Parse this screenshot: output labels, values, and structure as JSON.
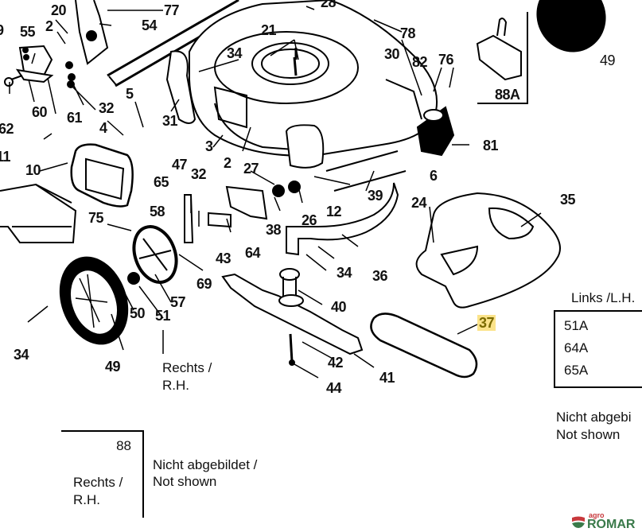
{
  "diagram": {
    "title": "Lawn mower exploded parts diagram",
    "part_labels": [
      {
        "id": "20"
      },
      {
        "id": "77"
      },
      {
        "id": "54"
      },
      {
        "id": "9"
      },
      {
        "id": "55"
      },
      {
        "id": "2"
      },
      {
        "id": "62"
      },
      {
        "id": "60"
      },
      {
        "id": "61"
      },
      {
        "id": "32"
      },
      {
        "id": "5"
      },
      {
        "id": "4"
      },
      {
        "id": "31"
      },
      {
        "id": "11"
      },
      {
        "id": "10"
      },
      {
        "id": "28"
      },
      {
        "id": "21"
      },
      {
        "id": "34"
      },
      {
        "id": "3"
      },
      {
        "id": "2"
      },
      {
        "id": "27"
      },
      {
        "id": "78"
      },
      {
        "id": "30"
      },
      {
        "id": "82"
      },
      {
        "id": "76"
      },
      {
        "id": "88A"
      },
      {
        "id": "49"
      },
      {
        "id": "81"
      },
      {
        "id": "6"
      },
      {
        "id": "12"
      },
      {
        "id": "39"
      },
      {
        "id": "24"
      },
      {
        "id": "26"
      },
      {
        "id": "35"
      },
      {
        "id": "47"
      },
      {
        "id": "65"
      },
      {
        "id": "32"
      },
      {
        "id": "58"
      },
      {
        "id": "75"
      },
      {
        "id": "38"
      },
      {
        "id": "43"
      },
      {
        "id": "64"
      },
      {
        "id": "34"
      },
      {
        "id": "36"
      },
      {
        "id": "69"
      },
      {
        "id": "57"
      },
      {
        "id": "50"
      },
      {
        "id": "51"
      },
      {
        "id": "40"
      },
      {
        "id": "34"
      },
      {
        "id": "49"
      },
      {
        "id": "42"
      },
      {
        "id": "41"
      },
      {
        "id": "44"
      },
      {
        "id": "37",
        "highlighted": true
      }
    ],
    "rechts_label": "Rechts /",
    "rh_label": "R.H.",
    "links_label": "Links /L.H.",
    "links_parts": [
      "51A",
      "64A",
      "65A"
    ],
    "not_shown_right": [
      "Nicht abgebi",
      "Not shown"
    ],
    "box_88": {
      "part": "88",
      "line1": "Rechts /",
      "line2": "R.H."
    },
    "not_shown_left": [
      "Nicht abgebildet /",
      "Not shown"
    ],
    "highlight_color": "#fbe38a"
  },
  "logo": {
    "small": "agro",
    "main": "ROMAR",
    "red": "#c8383c",
    "green": "#3a7a4a"
  }
}
